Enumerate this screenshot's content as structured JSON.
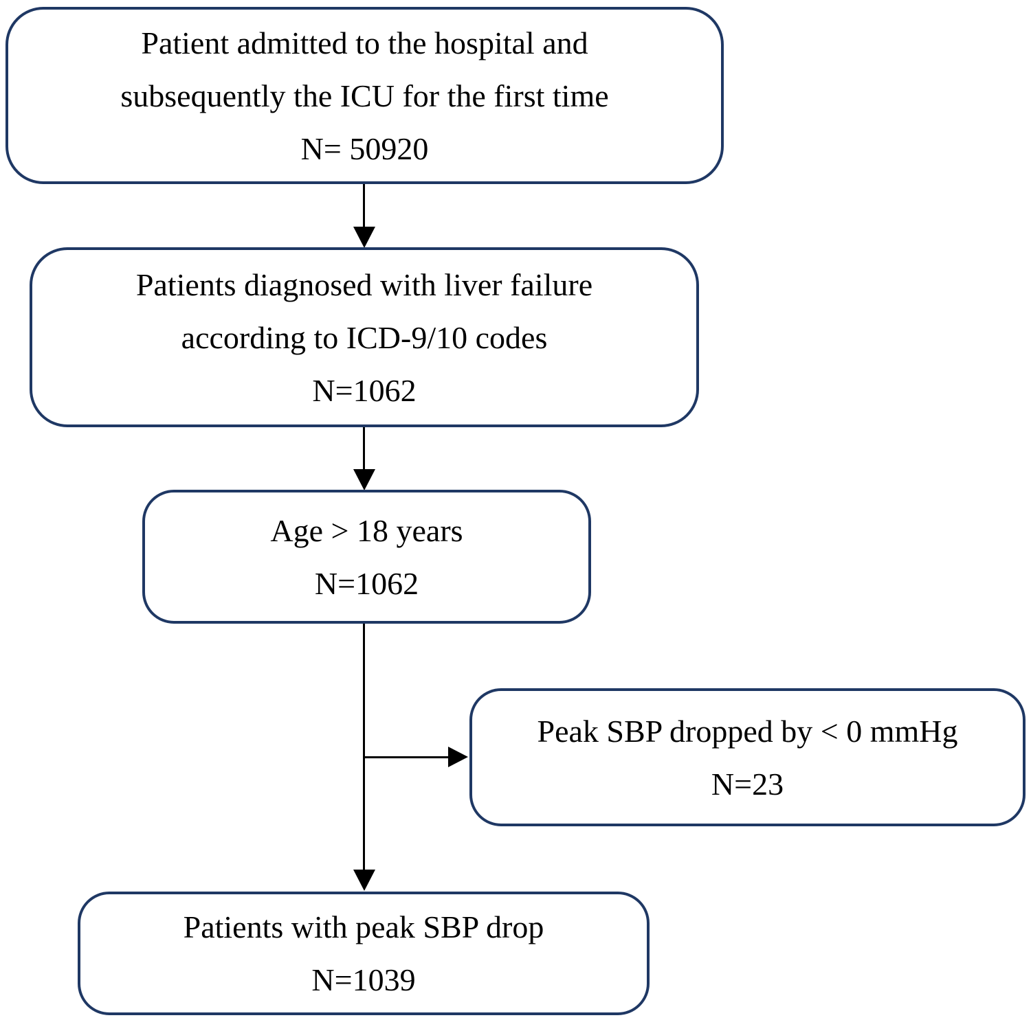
{
  "flowchart": {
    "description": "Patient selection flow diagram",
    "colors": {
      "box_border": "#1f3864",
      "box_fill": "#ffffff",
      "arrow": "#000000",
      "text": "#000000",
      "background": "#ffffff"
    },
    "boxes": [
      {
        "id": "admitted",
        "lines": [
          "Patient admitted to the hospital and",
          "subsequently the ICU for the first time",
          "N= 50920"
        ]
      },
      {
        "id": "liver-failure",
        "lines": [
          "Patients diagnosed with liver failure",
          "according to ICD-9/10 codes",
          "N=1062"
        ]
      },
      {
        "id": "age",
        "lines": [
          "Age > 18 years",
          "N=1062"
        ]
      },
      {
        "id": "excluded",
        "lines": [
          "Peak SBP dropped by < 0 mmHg",
          "N=23"
        ]
      },
      {
        "id": "final",
        "lines": [
          "Patients with peak SBP drop",
          "N=1039"
        ]
      }
    ]
  }
}
